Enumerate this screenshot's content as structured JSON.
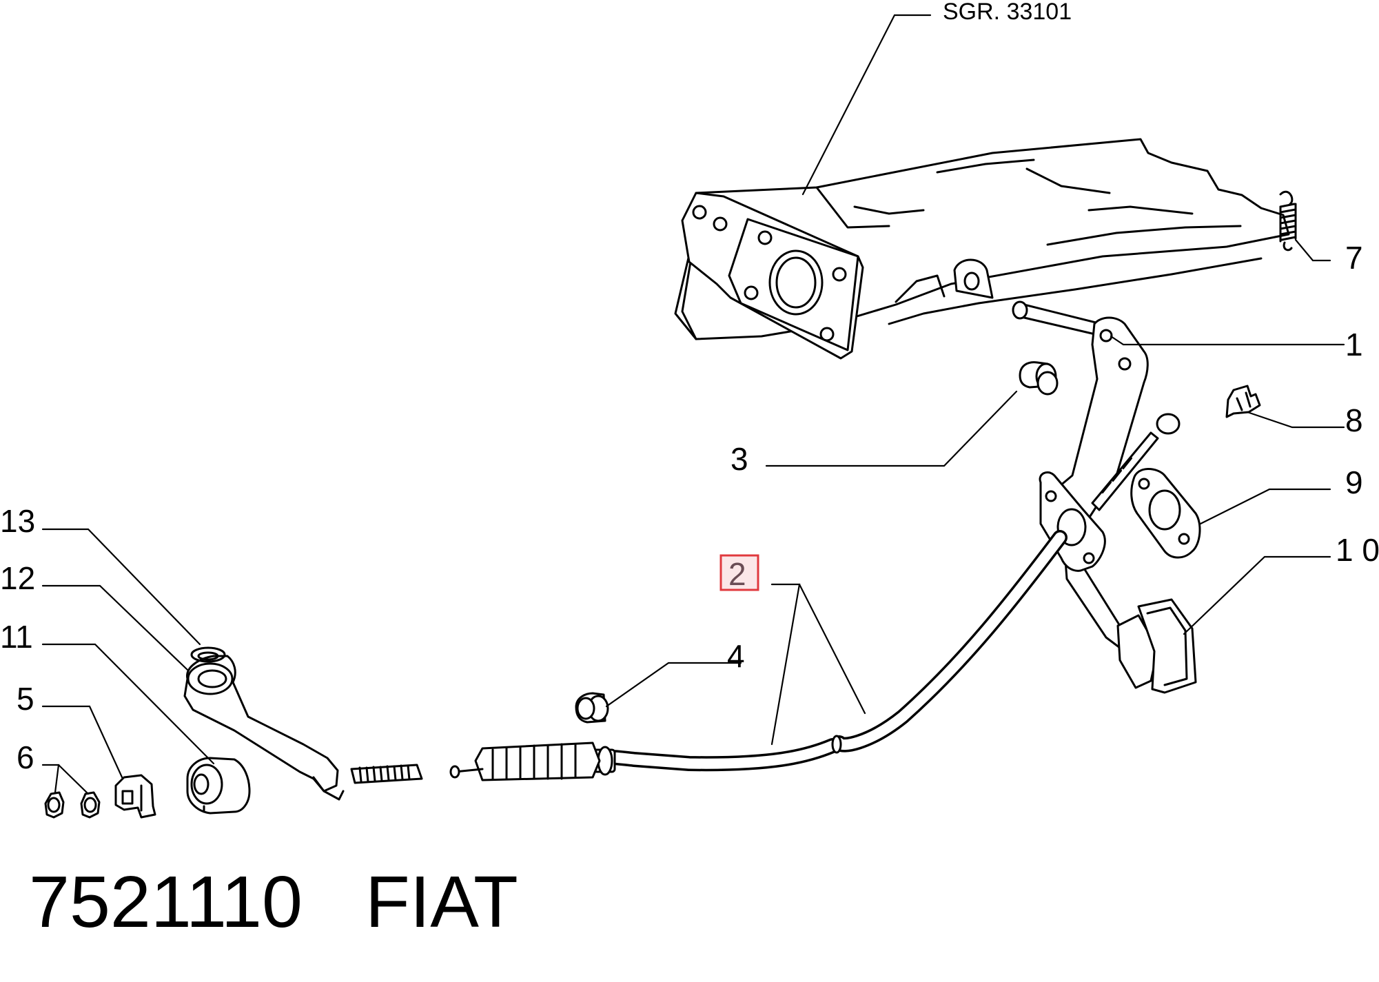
{
  "reference": "SGR. 33101",
  "labels": {
    "l1": "1",
    "l2": "2",
    "l3": "3",
    "l4": "4",
    "l5": "5",
    "l6": "6",
    "l7": "7",
    "l8": "8",
    "l9": "9",
    "l10": "1 0",
    "l11": "11",
    "l12": "12",
    "l13": "13"
  },
  "highlight_color": "#e0393e",
  "footer": {
    "part_number": "7521110",
    "brand": "FIAT"
  }
}
